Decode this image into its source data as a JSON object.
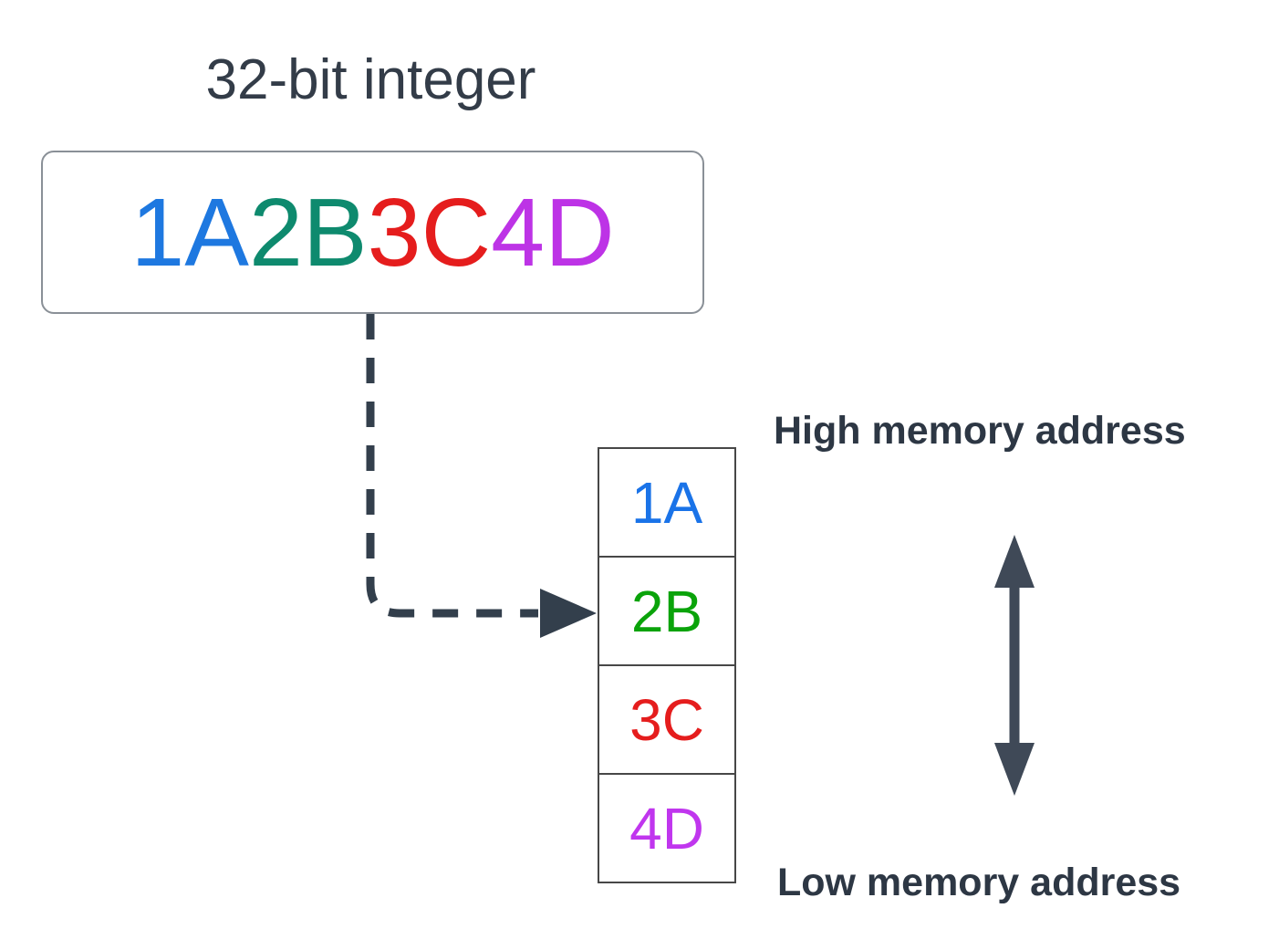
{
  "title": "32-bit integer",
  "integer_box": {
    "value": "1A2B3C4D",
    "bytes": [
      {
        "hex": "1A",
        "color": "#1e78e0"
      },
      {
        "hex": "2B",
        "color": "#0e8a6e"
      },
      {
        "hex": "3C",
        "color": "#e51d1d"
      },
      {
        "hex": "4D",
        "color": "#bd33e6"
      }
    ]
  },
  "memory_stack": {
    "cells": [
      {
        "hex": "1A",
        "color": "#1a73e8"
      },
      {
        "hex": "2B",
        "color": "#0aa30a"
      },
      {
        "hex": "3C",
        "color": "#e51d1d"
      },
      {
        "hex": "4D",
        "color": "#c036ee"
      }
    ]
  },
  "labels": {
    "high_memory": "High memory address",
    "low_memory": "Low memory address"
  },
  "colors": {
    "heading_text": "#333c48",
    "connector": "#333f4c",
    "range_arrow": "#3f4957",
    "box_border": "#8a9097",
    "cell_border": "#474747"
  }
}
